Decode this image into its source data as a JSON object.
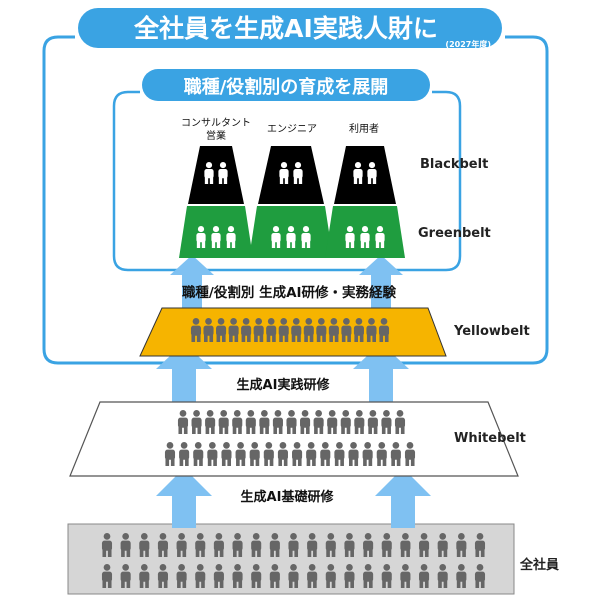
{
  "header": {
    "title": "全社員を生成AI実践人財に",
    "year_note": "(2027年度)",
    "subtitle": "職種/役割別の育成を展開"
  },
  "roles": [
    {
      "label_lines": [
        "コンサルタント",
        "営業"
      ]
    },
    {
      "label_lines": [
        "エンジニア"
      ]
    },
    {
      "label_lines": [
        "利用者"
      ]
    }
  ],
  "belts": {
    "blackbelt": "Blackbelt",
    "greenbelt": "Greenbelt",
    "yellowbelt": "Yellowbelt",
    "whitebelt": "Whitebelt",
    "all_employees": "全社員"
  },
  "training": {
    "role_based": "職種/役割別 生成AI研修・実務経験",
    "practice": "生成AI実践研修",
    "basic": "生成AI基礎研修"
  },
  "colors": {
    "frame_blue": "#3aa3e3",
    "arrow_blue": "#7fc1f2",
    "black_tier": "#000000",
    "green_tier": "#1f9d3f",
    "yellow_tier": "#f6b400",
    "white_tier": "#ffffff",
    "gray_tier": "#d6d6d6",
    "person_dark": "#666666",
    "person_light": "#ffffff"
  },
  "people_counts": {
    "black_per_trapezoid": 2,
    "green_per_trapezoid": 3,
    "yellow": 16,
    "white_rows": [
      17,
      18
    ],
    "gray_rows": [
      21,
      21
    ]
  }
}
